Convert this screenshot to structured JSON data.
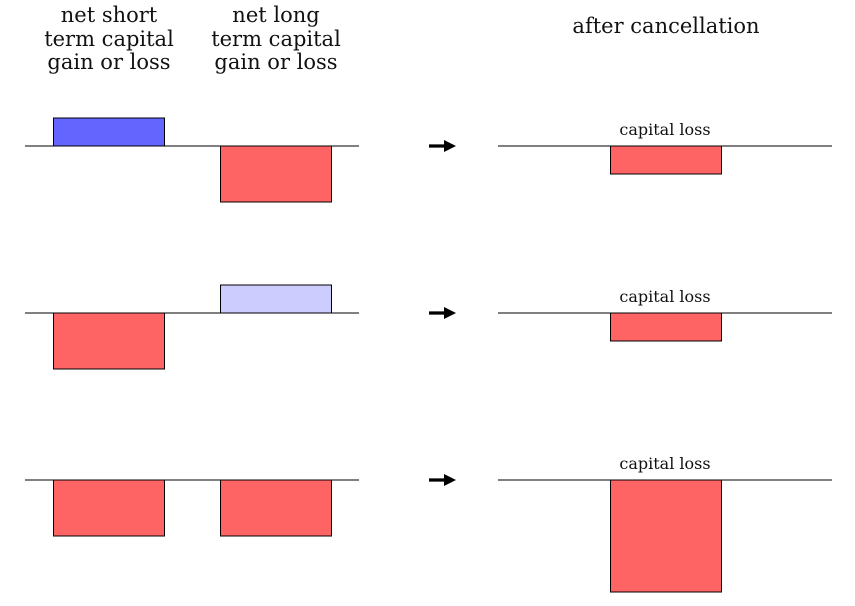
{
  "headers": {
    "short_term": [
      "net short",
      "term capital",
      "gain or loss"
    ],
    "long_term": [
      "net long",
      "term capital",
      "gain or loss"
    ],
    "after": "after cancellation"
  },
  "result_label": "capital loss",
  "colors": {
    "gain": "#6464ff",
    "gain_light": "#ccccff",
    "loss": "#ff6464",
    "line": "#000000"
  },
  "rows": [
    {
      "short_term": {
        "sign": "gain",
        "magnitude": 0.5,
        "color": "gain"
      },
      "long_term": {
        "sign": "loss",
        "magnitude": 1.0,
        "color": "loss"
      },
      "result": {
        "sign": "loss",
        "magnitude": 0.5,
        "color": "loss"
      }
    },
    {
      "short_term": {
        "sign": "loss",
        "magnitude": 1.0,
        "color": "loss"
      },
      "long_term": {
        "sign": "gain",
        "magnitude": 0.5,
        "color": "gain_light"
      },
      "result": {
        "sign": "loss",
        "magnitude": 0.5,
        "color": "loss"
      }
    },
    {
      "short_term": {
        "sign": "loss",
        "magnitude": 1.0,
        "color": "loss"
      },
      "long_term": {
        "sign": "loss",
        "magnitude": 1.0,
        "color": "loss"
      },
      "result": {
        "sign": "loss",
        "magnitude": 2.0,
        "color": "loss"
      }
    }
  ]
}
